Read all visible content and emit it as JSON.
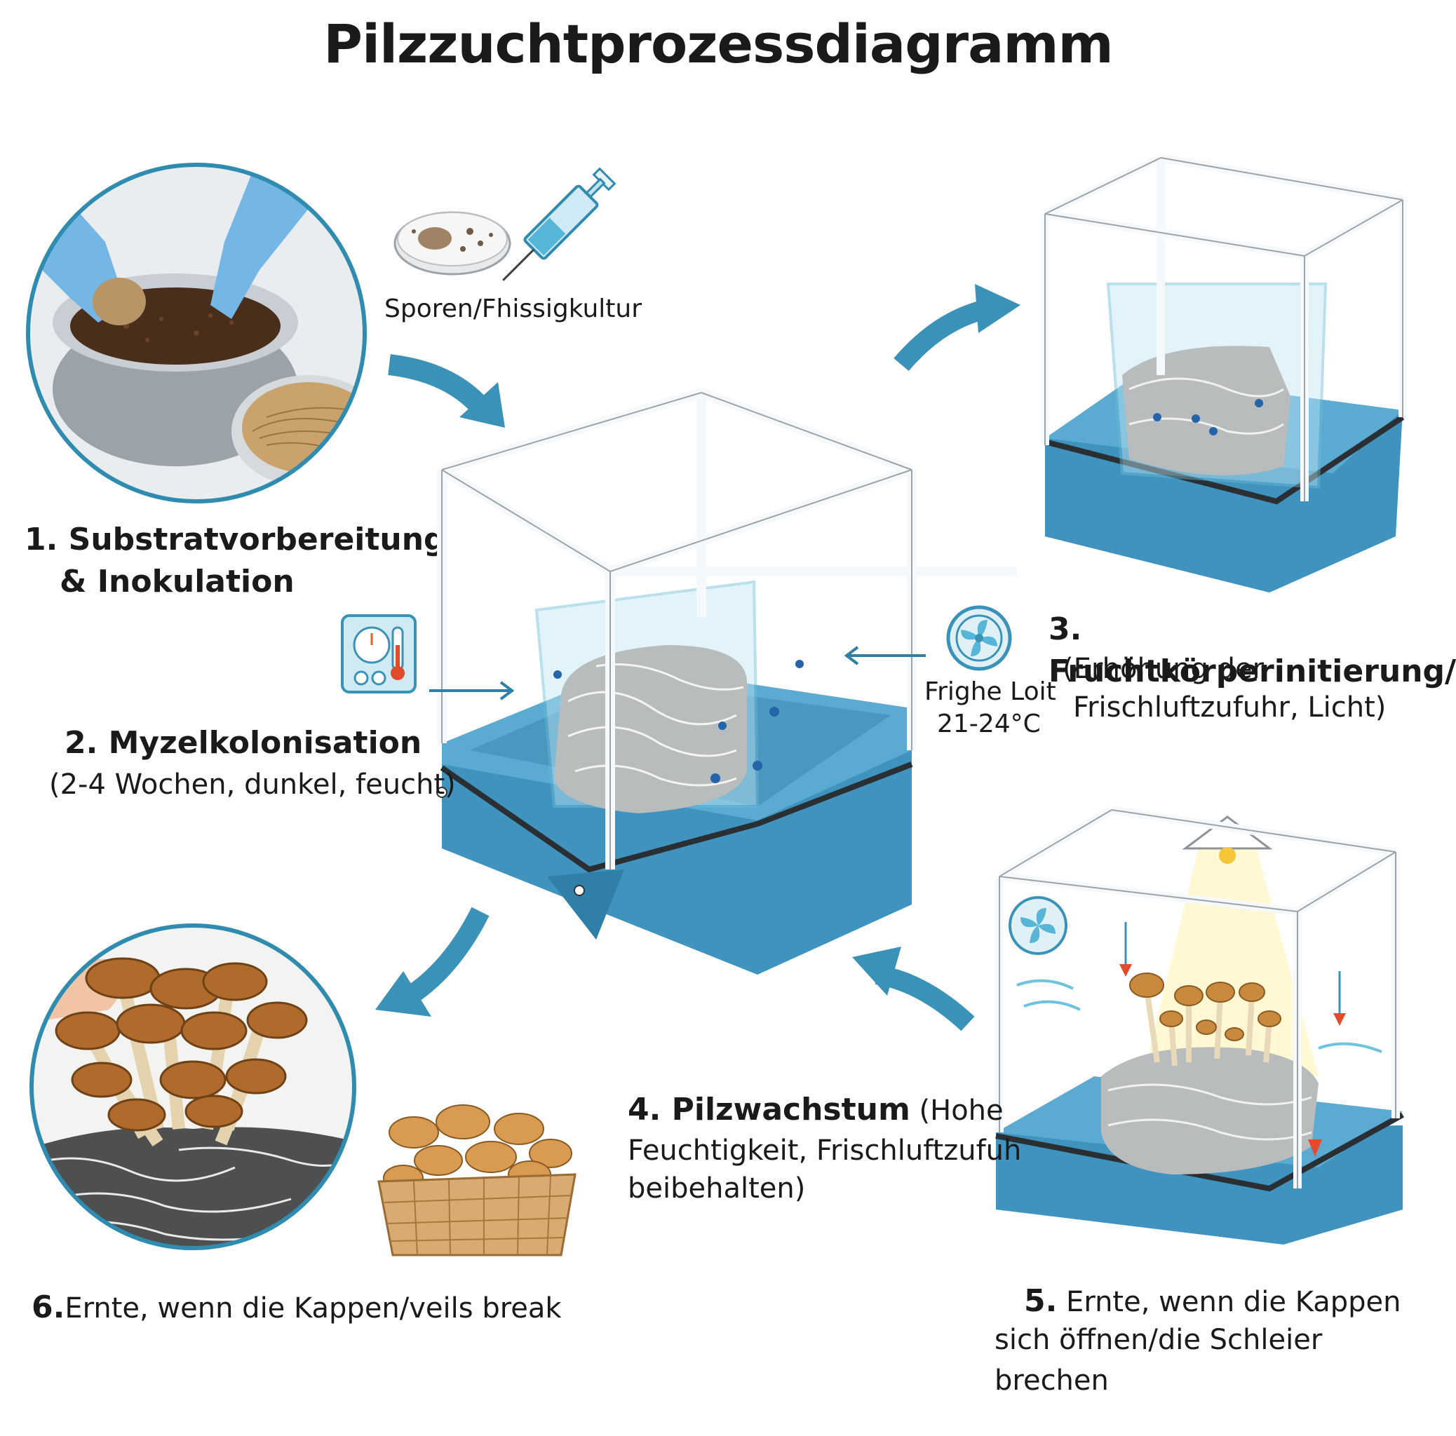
{
  "title": "Pilzzuchtprozessdiagramm",
  "steps": {
    "s1": {
      "line1": "1. Substratvorbereitung",
      "line2": "& Inokulation"
    },
    "s2": {
      "title": "2. Myzelkolonisation",
      "sub": "(2-4 Wochen, dunkel, feucht)"
    },
    "s3": {
      "title": "3. Fruchtkörperinitierung/",
      "sub1": "(Erhöhung der",
      "sub2": "Frischluftzufuhr, Licht)"
    },
    "s4": {
      "title": "4. Pilzwachstum",
      "title_rest": " (Hohe",
      "sub1": "Feuchtigkeit, Frischluftzufuh",
      "sub2": "beibehalten)"
    },
    "s5": {
      "num": "5.",
      "line1": " Ernte, wenn die Kappen",
      "line2": "sich öffnen/die Schleier brechen"
    },
    "s6": {
      "num": "6.",
      "text": "Ernte, wenn die Kappen/veils break"
    }
  },
  "annotations": {
    "spores": "Sporen/Fhissigkultur",
    "air_line1": "Frighe Loit",
    "air_line2": "21-24°C"
  },
  "icons": [
    "petri-dish-icon",
    "syringe-icon",
    "thermometer-panel-icon",
    "fan-icon",
    "lamp-icon"
  ],
  "colors": {
    "accent": "#3a92b8",
    "tent_base": "#4a9cc4",
    "frame": "#f2f6f8",
    "mushroom": "#b06a2c"
  }
}
